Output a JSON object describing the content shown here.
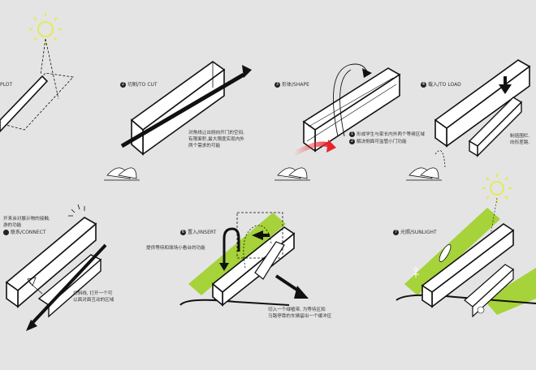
{
  "colors": {
    "background": "#e4e4e4",
    "green": "#a6d23a",
    "red": "#e8242b",
    "sun": "#e6ea55",
    "line": "#111111"
  },
  "steps": [
    {
      "num": "",
      "title": "PLOT"
    },
    {
      "num": "2",
      "title": "切割/TO CUT"
    },
    {
      "num": "3",
      "title": "形体/SHAPE"
    },
    {
      "num": "4",
      "title": "载入/TO LOAD"
    },
    {
      "num": "",
      "title": "联系/CONNECT"
    },
    {
      "num": "6",
      "title": "置入/INSERT"
    },
    {
      "num": "7",
      "title": "光照/SUNLIGHT"
    }
  ],
  "notes": {
    "cut": [
      "对角线让出侧向开门的空间,",
      "有限面积,最大限度实现内外",
      "两个需求的可能"
    ],
    "shape1": "形成学生与家长内外两个等候区域",
    "shape2": "解决侧面可监管小门功能",
    "load": [
      "制造围栏,",
      "向形差路,"
    ],
    "connect_top": [
      "开来余对展示物的接触,",
      "游的功能"
    ],
    "connect_bottom": [
      "切斜线, 打开一个可",
      "以面对面互动的区域"
    ],
    "insert_top": "提供等待和球场小看台的功能",
    "insert_bottom": [
      "切入一个绿植带, 为等待区和",
      "马路停靠的车辆留出一个缓冲区"
    ]
  },
  "icons": [
    "sun-icon",
    "arrow-icon",
    "leaf-icon",
    "person-icon"
  ]
}
